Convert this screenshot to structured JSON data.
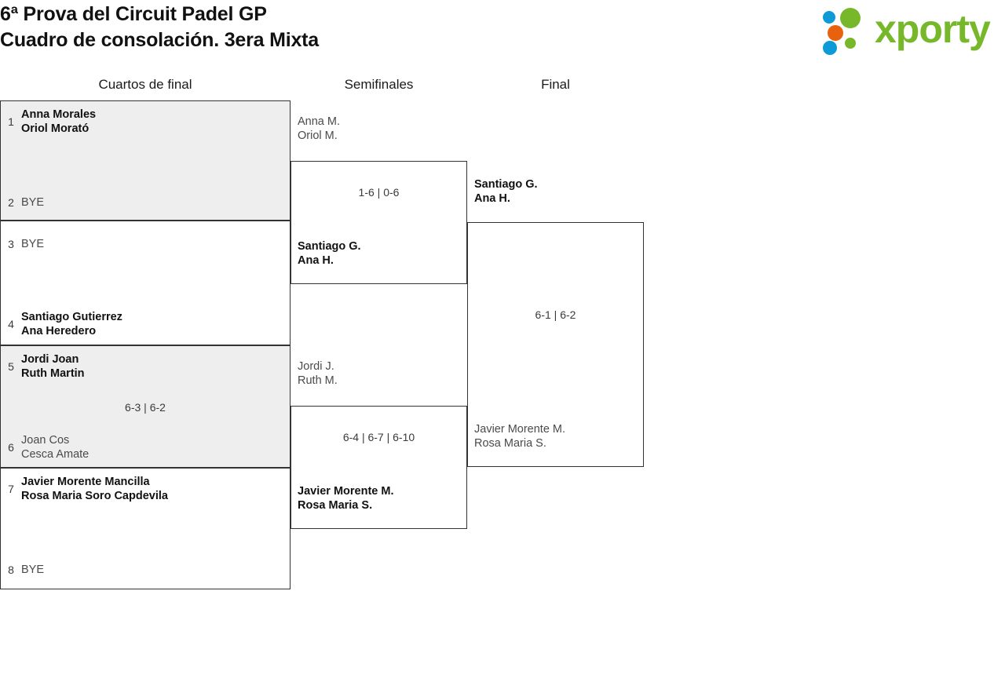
{
  "header": {
    "title_line1": "6ª Prova del Circuit Padel GP",
    "title_line2": "Cuadro de consolación. 3era Mixta",
    "logo": {
      "wordmark": "xporty",
      "green": "#76b82a",
      "blue": "#0e9ad6",
      "orange": "#e8610e"
    }
  },
  "rounds": [
    {
      "label": "Cuartos de final"
    },
    {
      "label": "Semifinales"
    },
    {
      "label": "Final"
    }
  ],
  "bracket": {
    "quarterfinals": [
      {
        "shaded": true,
        "score": "",
        "top": {
          "seed": "1",
          "line1": "Anna Morales",
          "line2": "Oriol Morató",
          "state": "winner"
        },
        "bottom": {
          "seed": "2",
          "line1": "BYE",
          "line2": "",
          "state": "bye"
        }
      },
      {
        "shaded": false,
        "score": "",
        "top": {
          "seed": "3",
          "line1": "BYE",
          "line2": "",
          "state": "bye"
        },
        "bottom": {
          "seed": "4",
          "line1": "Santiago Gutierrez",
          "line2": "Ana Heredero",
          "state": "winner"
        }
      },
      {
        "shaded": true,
        "score": "6-3 | 6-2",
        "top": {
          "seed": "5",
          "line1": "Jordi Joan",
          "line2": "Ruth Martin",
          "state": "winner"
        },
        "bottom": {
          "seed": "6",
          "line1": "Joan Cos",
          "line2": "Cesca Amate",
          "state": "loser"
        }
      },
      {
        "shaded": false,
        "score": "",
        "top": {
          "seed": "7",
          "line1": "Javier Morente Mancilla",
          "line2": "Rosa Maria Soro Capdevila",
          "state": "winner"
        },
        "bottom": {
          "seed": "8",
          "line1": "BYE",
          "line2": "",
          "state": "bye"
        }
      }
    ],
    "semifinals": [
      {
        "score": "1-6 | 0-6",
        "top": {
          "line1": "Anna M.",
          "line2": "Oriol M.",
          "state": "loser"
        },
        "bottom": {
          "line1": "Santiago G.",
          "line2": "Ana H.",
          "state": "winner"
        }
      },
      {
        "score": "6-4 | 6-7 | 6-10",
        "top": {
          "line1": "Jordi J.",
          "line2": "Ruth M.",
          "state": "loser"
        },
        "bottom": {
          "line1": "Javier Morente M.",
          "line2": "Rosa Maria S.",
          "state": "winner"
        }
      }
    ],
    "final": [
      {
        "score": "6-1 | 6-2",
        "top": {
          "line1": "Santiago G.",
          "line2": "Ana H.",
          "state": "winner"
        },
        "bottom": {
          "line1": "Javier Morente M.",
          "line2": "Rosa Maria S.",
          "state": "loser"
        }
      }
    ]
  }
}
